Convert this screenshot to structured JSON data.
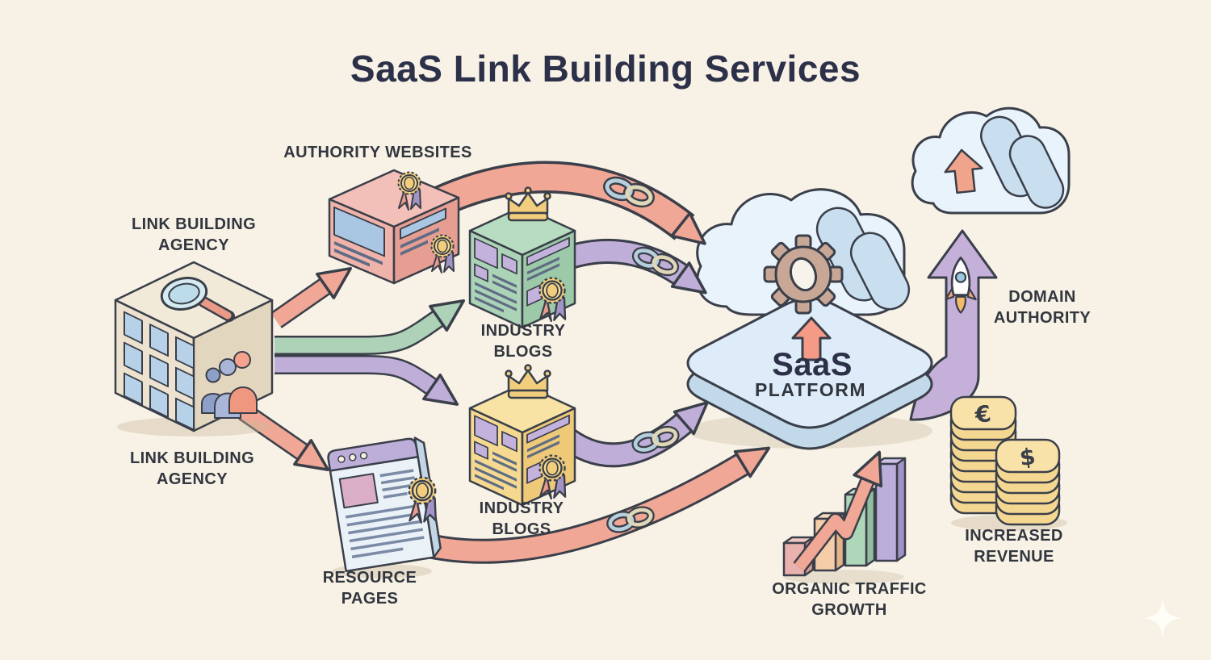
{
  "title": "SaaS Link Building Services",
  "palette": {
    "background": "#f8f2e6",
    "title_color": "#2c3149",
    "label_color": "#32363e",
    "outline": "#3a3f4a",
    "salmon": "#f0a795",
    "salmon_deep": "#ec9a87",
    "green": "#aed2b8",
    "purple": "#bfaed8",
    "gold": "#f2cd7c",
    "cream_building": "#ece2cf",
    "window_blue": "#b7d2e8",
    "pink_box": "#efb3aa",
    "green_box": "#abd3b6",
    "yellow_box": "#f6d990",
    "lavender": "#bcaed9",
    "cloud_fill": "#e9f3fb",
    "cloud_shade": "#c9dff0",
    "platform_top": "#ddecf8",
    "platform_side": "#c2d9ea",
    "gear_tan": "#c8a796",
    "coin_gold": "#f4d791"
  },
  "nodes": {
    "agency_top": {
      "label": "LINK BUILDING\nAGENCY"
    },
    "agency_bottom": {
      "label": "LINK BUILDING\nAGENCY"
    },
    "authority": {
      "label": "AUTHORITY WEBSITES"
    },
    "industry_top": {
      "label": "INDUSTRY\nBLOGS"
    },
    "industry_bottom": {
      "label": "INDUSTRY\nBLOGS"
    },
    "resource": {
      "label": "RESOURCE\nPAGES"
    },
    "saas_platform": {
      "title": "SaaS",
      "subtitle": "PLATFORM"
    },
    "domain_authority": {
      "label": "DOMAIN\nAUTHORITY"
    },
    "organic_traffic": {
      "label": "ORGANIC TRAFFIC\nGROWTH"
    },
    "increased_revenue": {
      "label": "INCREASED\nREVENUE"
    }
  },
  "coins": {
    "euro_symbol": "€",
    "dollar_symbol": "$"
  },
  "icons": {
    "magnifier": "magnifier-icon",
    "team": "team-icon",
    "badge": "award-badge-icon",
    "crown": "crown-icon",
    "chain": "chain-link-icon",
    "gear": "gear-icon",
    "rocket": "rocket-icon",
    "cloud": "cloud-icon",
    "up_arrow": "up-arrow-icon",
    "bar_chart": "bar-chart-icon",
    "coin_stack": "coin-stack-icon",
    "sparkle": "sparkle-icon"
  }
}
